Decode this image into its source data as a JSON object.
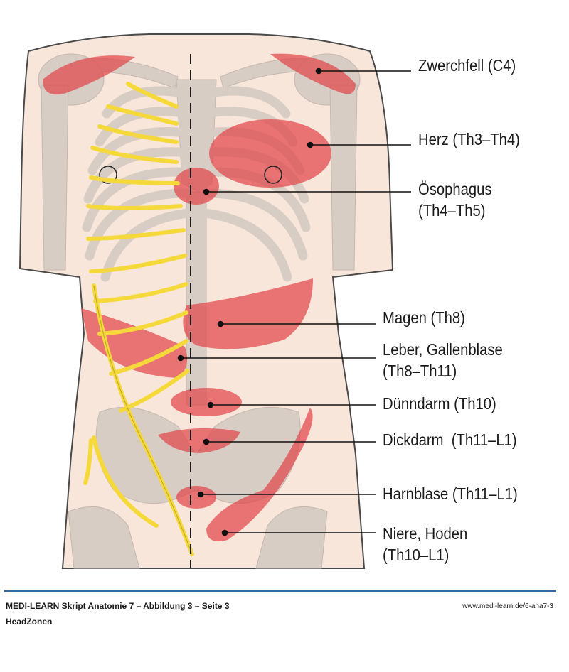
{
  "zones": [
    {
      "id": "zwerchfell",
      "lines": [
        "Zwerchfell (C4)"
      ]
    },
    {
      "id": "herz",
      "lines": [
        "Herz (Th3–Th4)"
      ]
    },
    {
      "id": "oesophagus",
      "lines": [
        "Ösophagus",
        "(Th4–Th5)"
      ]
    },
    {
      "id": "magen",
      "lines": [
        "Magen (Th8)"
      ]
    },
    {
      "id": "leber",
      "lines": [
        "Leber, Gallenblase",
        "(Th8–Th11)"
      ]
    },
    {
      "id": "duenndarm",
      "lines": [
        "Dünndarm (Th10)"
      ]
    },
    {
      "id": "dickdarm",
      "lines": [
        "Dickdarm  (Th11–L1)"
      ]
    },
    {
      "id": "harnblase",
      "lines": [
        "Harnblase (Th11–L1)"
      ]
    },
    {
      "id": "niere",
      "lines": [
        "Niere, Hoden",
        "(Th10–L1)"
      ]
    }
  ],
  "footer": {
    "title": "MEDI-LEARN Skript Anatomie 7 – Abbildung 3 – Seite 3",
    "subtitle": "HeadZonen",
    "url": "www.medi-learn.de/6-ana7-3"
  },
  "colors": {
    "skin": "#f9e6da",
    "skin_outline": "#4a4a4a",
    "bone": "#d7cdc5",
    "zone": "#e0474a",
    "nerve": "#f5d93a",
    "accent": "#2f6aa8"
  }
}
